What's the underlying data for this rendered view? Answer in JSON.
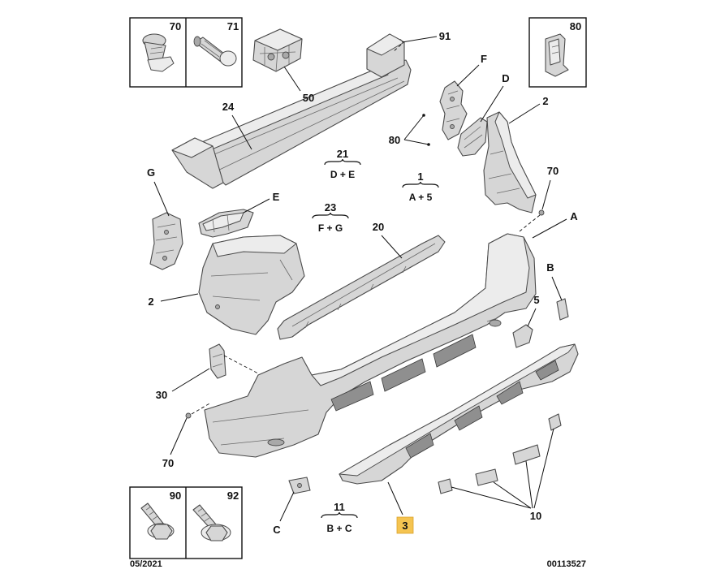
{
  "inset_boxes": {
    "top_left": {
      "left_label": "70",
      "right_label": "71"
    },
    "top_right": {
      "label": "80"
    },
    "bottom_left": {
      "left_label": "90",
      "right_label": "92"
    }
  },
  "callouts": [
    {
      "label": "50"
    },
    {
      "label": "91"
    },
    {
      "label": "24"
    },
    {
      "label": "F"
    },
    {
      "label": "D"
    },
    {
      "label": "2"
    },
    {
      "label": "80"
    },
    {
      "label": "G"
    },
    {
      "label": "E"
    },
    {
      "label": "70"
    },
    {
      "label": "A"
    },
    {
      "label": "20"
    },
    {
      "label": "B"
    },
    {
      "label": "2"
    },
    {
      "label": "5"
    },
    {
      "label": "30"
    },
    {
      "label": "70"
    },
    {
      "label": "C"
    },
    {
      "label": "3",
      "highlighted": true
    },
    {
      "label": "10"
    }
  ],
  "assemblies": [
    {
      "number": "21",
      "parts": "D + E"
    },
    {
      "number": "1",
      "parts": "A + 5"
    },
    {
      "number": "23",
      "parts": "F + G"
    },
    {
      "number": "11",
      "parts": "B + C"
    }
  ],
  "colors": {
    "highlight": "#f5c451",
    "part_fill": "#d6d6d6",
    "outline": "#4a4a4a"
  },
  "footer": {
    "date": "05/2021",
    "diagram_ref": "00113527"
  }
}
